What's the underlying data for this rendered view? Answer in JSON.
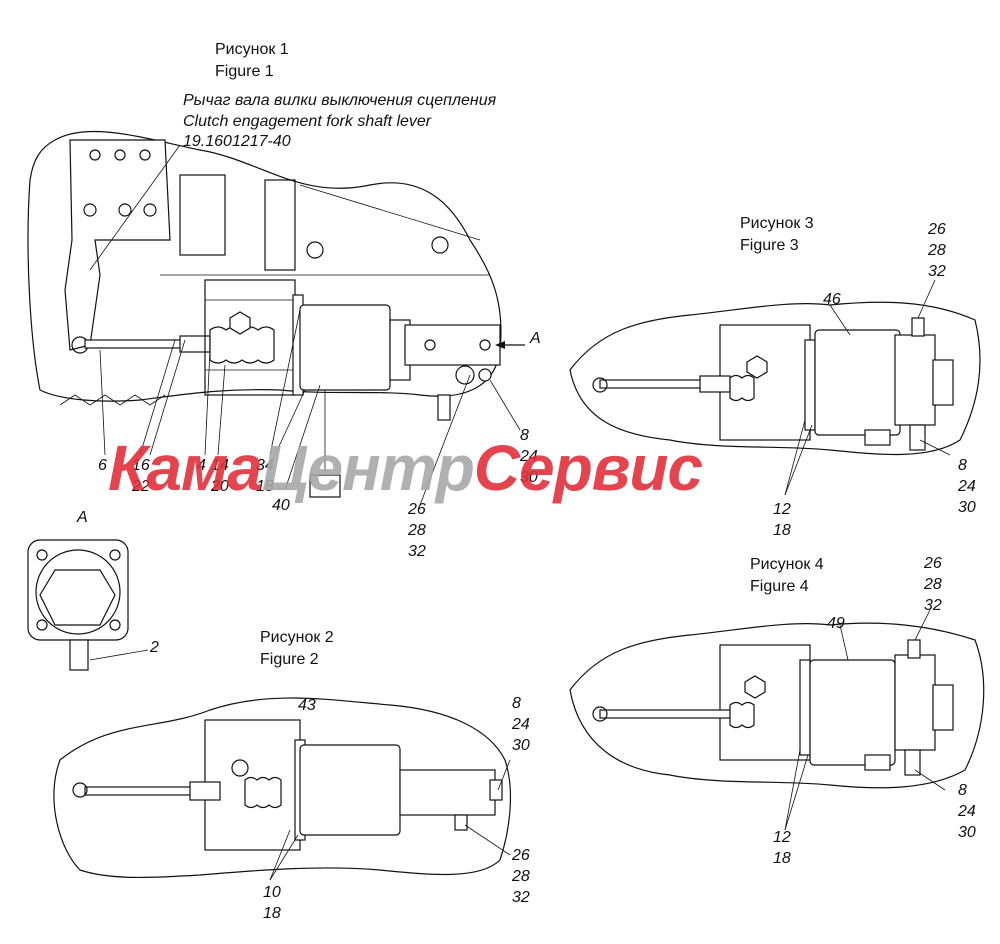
{
  "corner_mark": "",
  "figure1": {
    "title_ru": "Рисунок 1",
    "title_en": "Figure 1",
    "note_ru": "Рычаг вала вилки выключения сцепления",
    "note_en": "Clutch engagement fork shaft lever",
    "note_part": "19.1601217-40",
    "view_marker": "A",
    "labels": {
      "l6": "6",
      "l16_22": [
        "16",
        "22"
      ],
      "l4_20": [
        "4",
        "20"
      ],
      "l14": "14",
      "l34_18": [
        "34",
        "18"
      ],
      "l40": "40",
      "l26": [
        "26",
        "28",
        "32"
      ],
      "l8": [
        "8",
        "24",
        "30"
      ]
    }
  },
  "view_a": {
    "title": "A",
    "label": "2"
  },
  "figure2": {
    "title_ru": "Рисунок 2",
    "title_en": "Figure 2",
    "labels": {
      "l43": "43",
      "l8": [
        "8",
        "24",
        "30"
      ],
      "l26": [
        "26",
        "28",
        "32"
      ],
      "l10": [
        "10",
        "18"
      ]
    }
  },
  "figure3": {
    "title_ru": "Рисунок 3",
    "title_en": "Figure 3",
    "labels": {
      "l46": "46",
      "l26": [
        "26",
        "28",
        "32"
      ],
      "l8": [
        "8",
        "24",
        "30"
      ],
      "l12": [
        "12",
        "18"
      ]
    }
  },
  "figure4": {
    "title_ru": "Рисунок 4",
    "title_en": "Figure 4",
    "labels": {
      "l49": "49",
      "l26": [
        "26",
        "28",
        "32"
      ],
      "l8": [
        "8",
        "24",
        "30"
      ],
      "l12": [
        "12",
        "18"
      ]
    }
  },
  "watermark": {
    "part1": "Кама",
    "part2": "Центр",
    "part3": "Сервис",
    "color_red": "#e0303a",
    "color_grey": "#a8a8a8"
  }
}
